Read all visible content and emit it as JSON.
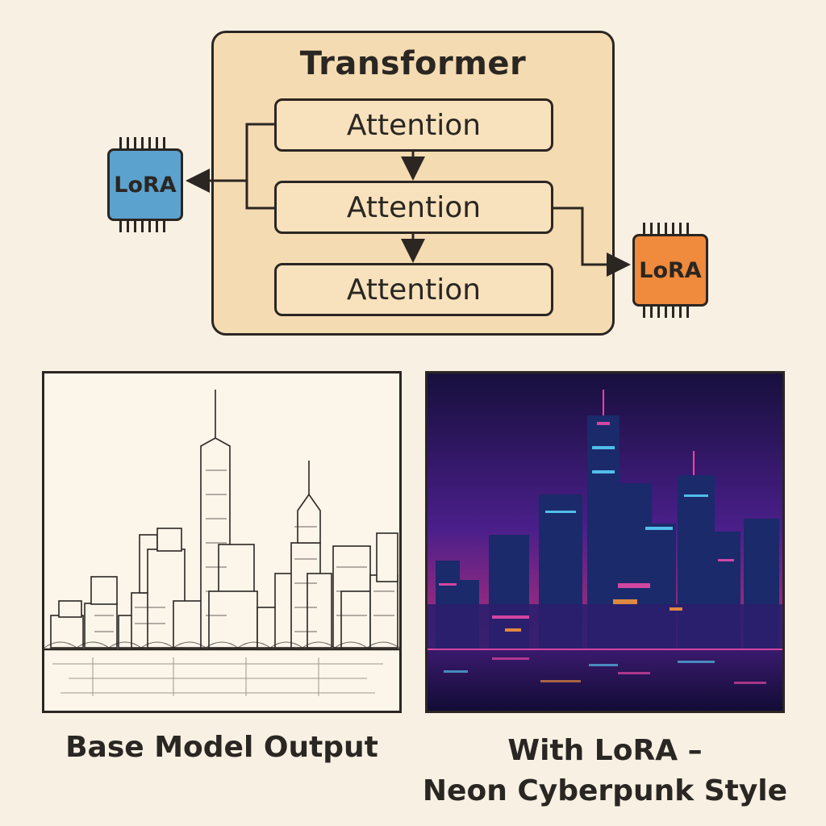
{
  "diagram": {
    "title": "Transformer",
    "attention_blocks": [
      "Attention",
      "Attention",
      "Attention"
    ],
    "lora_left": {
      "label": "LoRA",
      "color": "#5ba2cf"
    },
    "lora_right": {
      "label": "LoRA",
      "color": "#f08a3c"
    }
  },
  "comparison": {
    "left_caption": "Base Model Output",
    "right_caption_line1": "With LoRA –",
    "right_caption_line2": "Neon Cyberpunk Style"
  }
}
